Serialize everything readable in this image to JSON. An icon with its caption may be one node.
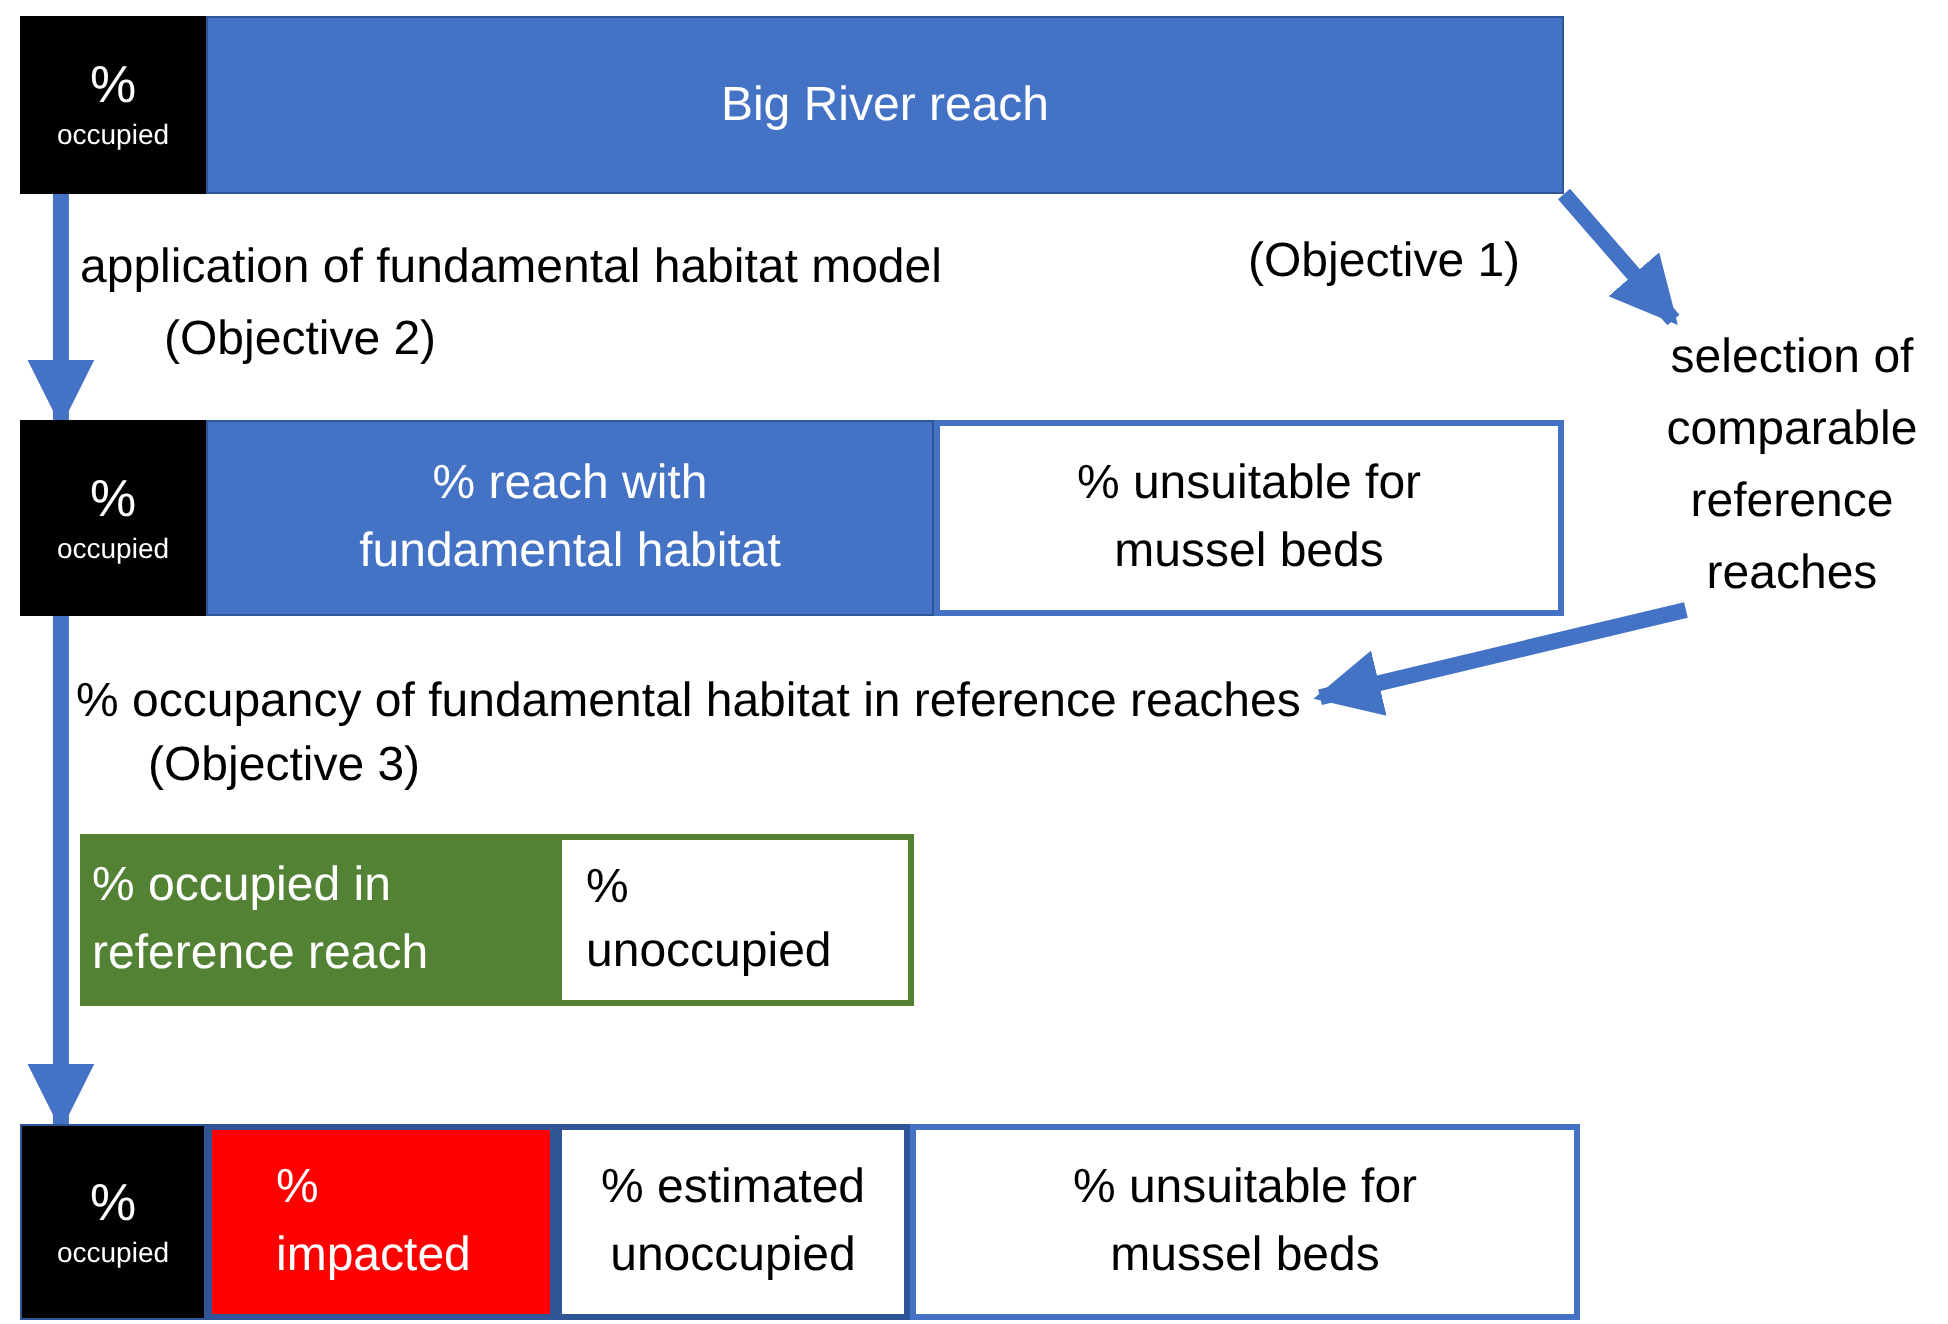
{
  "diagram": {
    "nodes": [
      {
        "text": [
          "%",
          "occupied"
        ]
      },
      {
        "text": [
          "Big River reach"
        ]
      },
      {
        "text": [
          "%",
          "occupied"
        ]
      },
      {
        "text": [
          "% reach with fundamental habitat"
        ]
      },
      {
        "text": [
          "% unsuitable for mussel beds"
        ]
      },
      {
        "text": [
          "selection of comparable reference reaches"
        ]
      },
      {
        "text": [
          "% occupancy of fundamental habitat in reference reaches",
          "(Objective 3)"
        ]
      },
      {
        "text": [
          "% occupied in reference reach"
        ]
      },
      {
        "text": [
          "% unoccupied"
        ]
      },
      {
        "text": [
          "%",
          "occupied"
        ]
      },
      {
        "text": [
          "% impacted"
        ]
      },
      {
        "text": [
          "% estimated unoccupied"
        ]
      },
      {
        "text": [
          "% unsuitable for mussel beds"
        ]
      }
    ],
    "edges": [
      {
        "from": 0,
        "to": 2,
        "arrow": "to",
        "label": "application of fundamental habitat model (Objective 2)"
      },
      {
        "from": 1,
        "to": 5,
        "arrow": "to",
        "label": "(Objective 1)"
      },
      {
        "from": 5,
        "to": 6,
        "arrow": "to"
      },
      {
        "from": 2,
        "to": 9,
        "arrow": "to"
      }
    ]
  }
}
